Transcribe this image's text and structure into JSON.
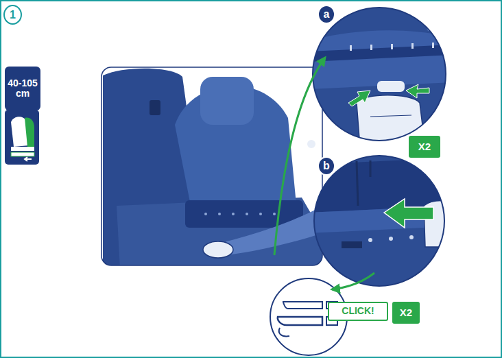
{
  "diagram": {
    "nodes": [
      {
        "text": [
          "1"
        ]
      },
      {
        "text": [
          "40-105 cm"
        ]
      },
      {
        "text": [
          "a"
        ]
      },
      {
        "text": [
          "X2"
        ]
      },
      {
        "text": [
          "b"
        ]
      },
      {
        "text": [
          "CLICK!"
        ]
      },
      {
        "text": [
          "X2"
        ]
      }
    ]
  }
}
